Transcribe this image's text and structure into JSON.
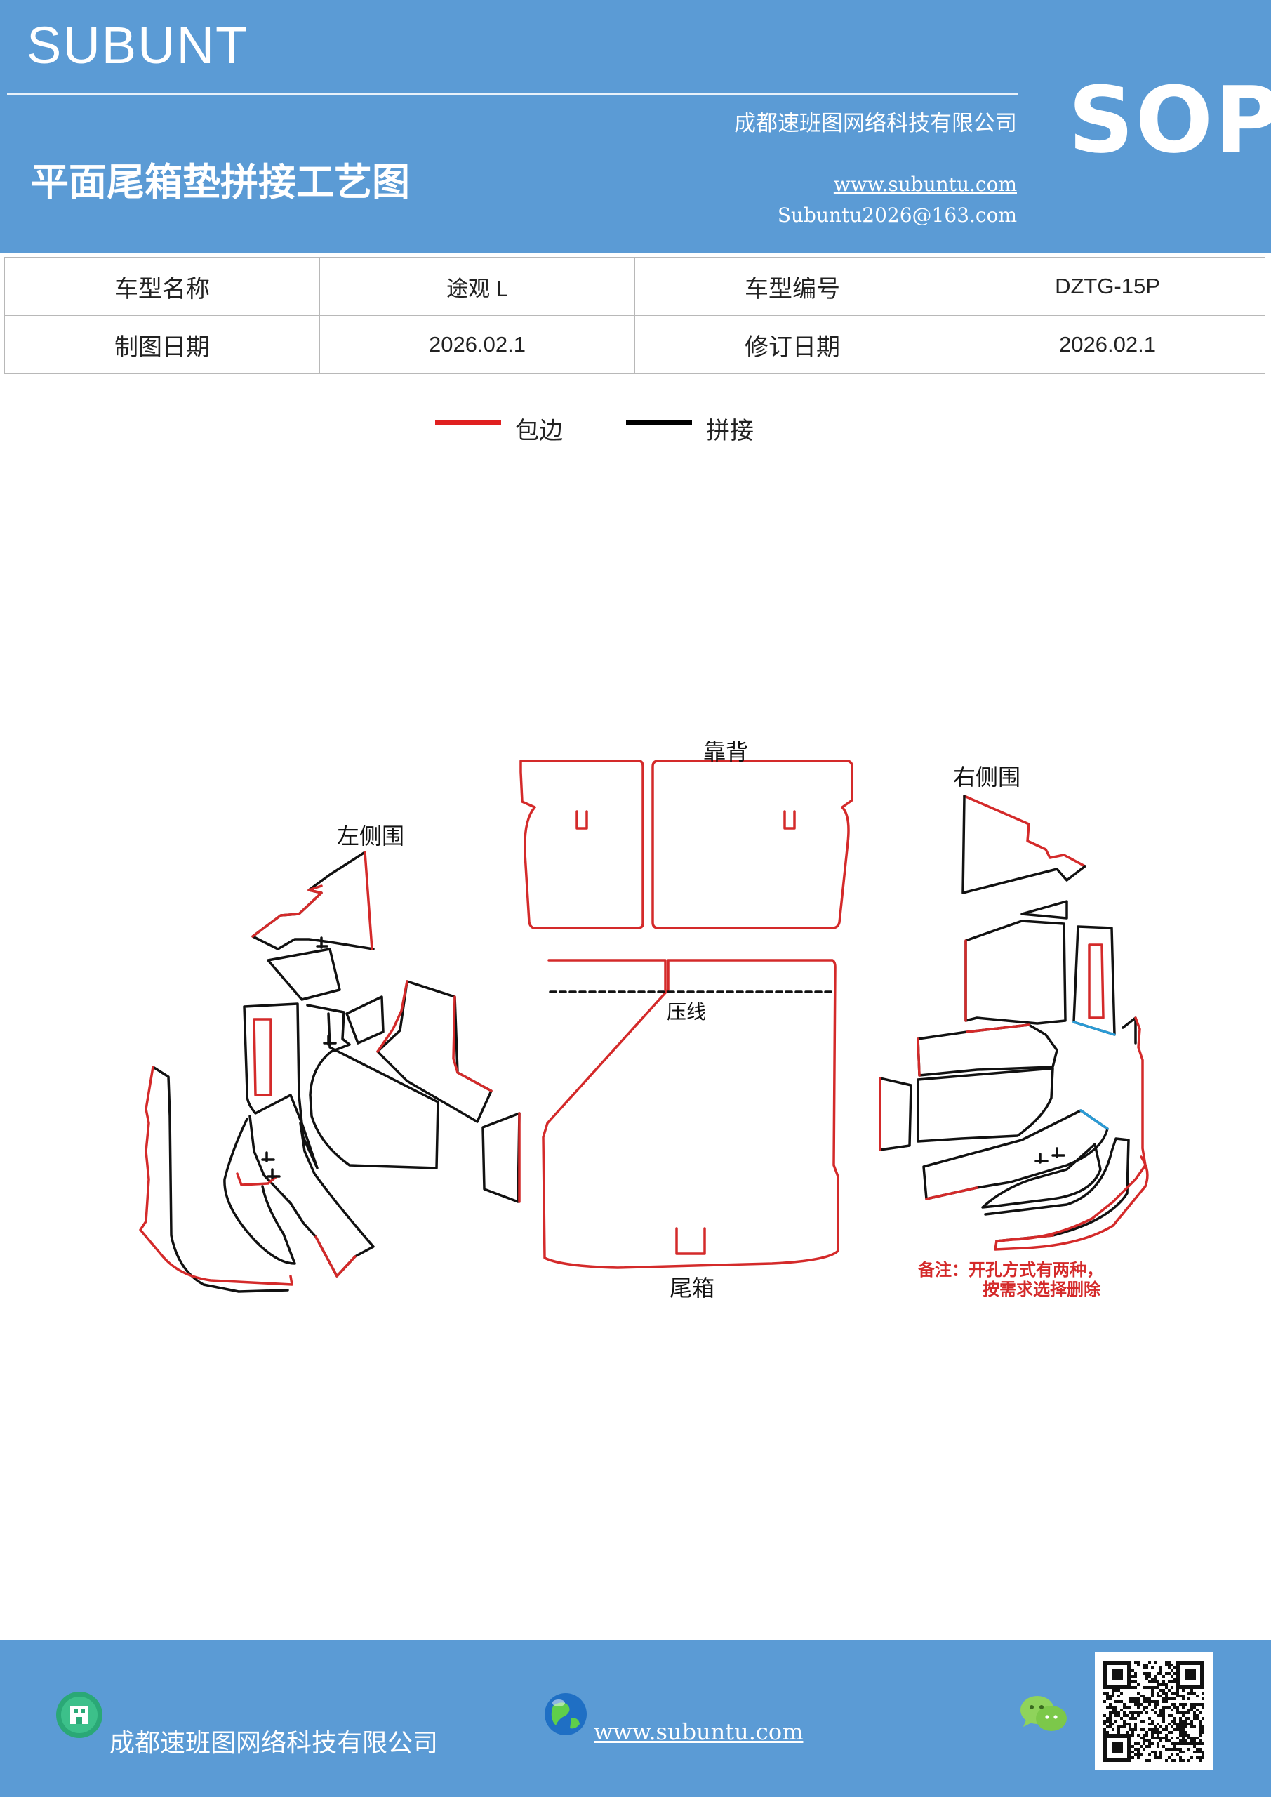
{
  "header": {
    "brand": "SUBUNT",
    "badge": "SOP",
    "company": "成都速班图网络科技有限公司",
    "title": "平面尾箱垫拼接工艺图",
    "website": "www.subuntu.com",
    "email": "Subuntu2026@163.com",
    "background_color": "#5b9bd5"
  },
  "info": {
    "rows": [
      [
        {
          "text": "车型名称"
        },
        {
          "text": "途观 L"
        },
        {
          "text": "车型编号"
        },
        {
          "text": "DZTG-15P"
        }
      ],
      [
        {
          "text": "制图日期"
        },
        {
          "text": "2026.02.1"
        },
        {
          "text": "修订日期"
        },
        {
          "text": "2026.02.1"
        }
      ]
    ]
  },
  "legend": {
    "items": [
      {
        "label": "包边",
        "color": "#e02020"
      },
      {
        "label": "拼接",
        "color": "#000000"
      }
    ]
  },
  "diagram": {
    "labels": {
      "backrest": "靠背",
      "right_side": "右侧围",
      "left_side": "左侧围",
      "press_line": "压线",
      "trunk": "尾箱"
    },
    "note_line1": "备注：开孔方式有两种，",
    "note_line2": "按需求选择删除",
    "colors": {
      "edge": "#d42a2a",
      "seam": "#111111",
      "alt": "#2a9bd6"
    }
  },
  "footer": {
    "company": "成都速班图网络科技有限公司",
    "website": "www.subuntu.com",
    "icons": [
      "building-icon",
      "globe-icon",
      "wechat-icon",
      "qr-code"
    ]
  }
}
